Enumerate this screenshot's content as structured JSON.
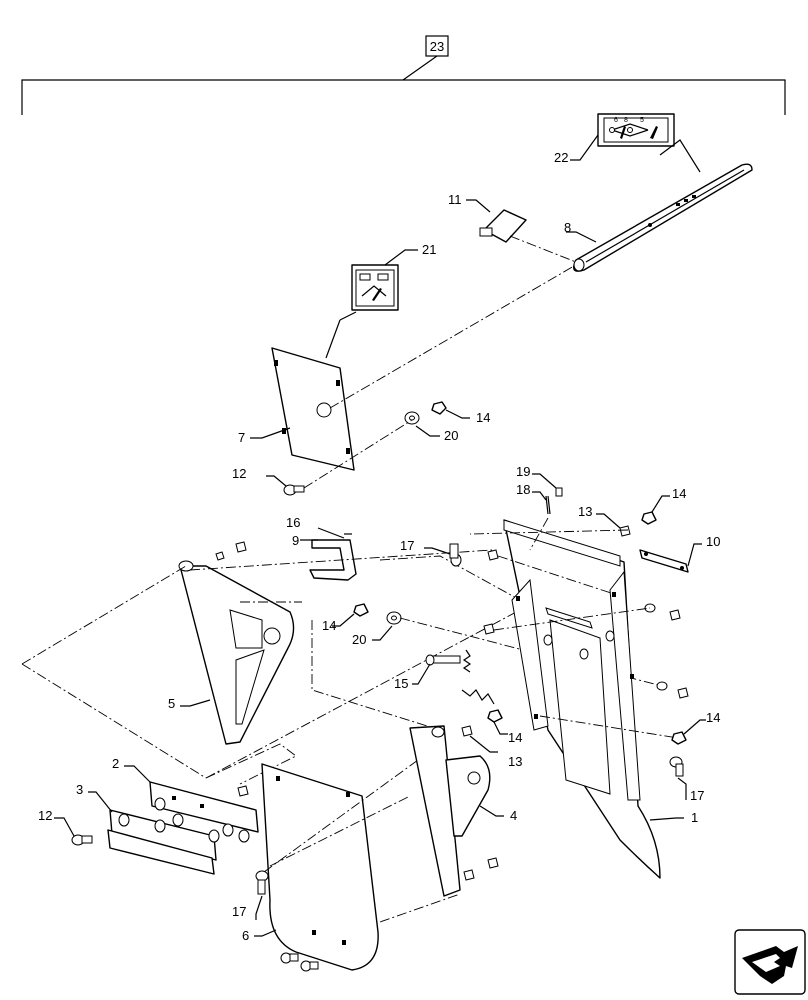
{
  "diagram": {
    "assembly_callout": "23",
    "labels": [
      {
        "id": "l1",
        "text": "1"
      },
      {
        "id": "l2",
        "text": "2"
      },
      {
        "id": "l3",
        "text": "3"
      },
      {
        "id": "l4",
        "text": "4"
      },
      {
        "id": "l5",
        "text": "5"
      },
      {
        "id": "l6",
        "text": "6"
      },
      {
        "id": "l7",
        "text": "7"
      },
      {
        "id": "l8",
        "text": "8"
      },
      {
        "id": "l9",
        "text": "9"
      },
      {
        "id": "l10",
        "text": "10"
      },
      {
        "id": "l11",
        "text": "11"
      },
      {
        "id": "l12a",
        "text": "12"
      },
      {
        "id": "l12b",
        "text": "12"
      },
      {
        "id": "l13a",
        "text": "13"
      },
      {
        "id": "l13b",
        "text": "13"
      },
      {
        "id": "l14a",
        "text": "14"
      },
      {
        "id": "l14b",
        "text": "14"
      },
      {
        "id": "l14c",
        "text": "14"
      },
      {
        "id": "l14d",
        "text": "14"
      },
      {
        "id": "l14e",
        "text": "14"
      },
      {
        "id": "l15",
        "text": "15"
      },
      {
        "id": "l16",
        "text": "16"
      },
      {
        "id": "l17a",
        "text": "17"
      },
      {
        "id": "l17b",
        "text": "17"
      },
      {
        "id": "l17c",
        "text": "17"
      },
      {
        "id": "l18",
        "text": "18"
      },
      {
        "id": "l19",
        "text": "19"
      },
      {
        "id": "l20a",
        "text": "20"
      },
      {
        "id": "l20b",
        "text": "20"
      },
      {
        "id": "l21",
        "text": "21"
      },
      {
        "id": "l22",
        "text": "22"
      }
    ],
    "nav_icon": "arrow-navigation-icon"
  }
}
